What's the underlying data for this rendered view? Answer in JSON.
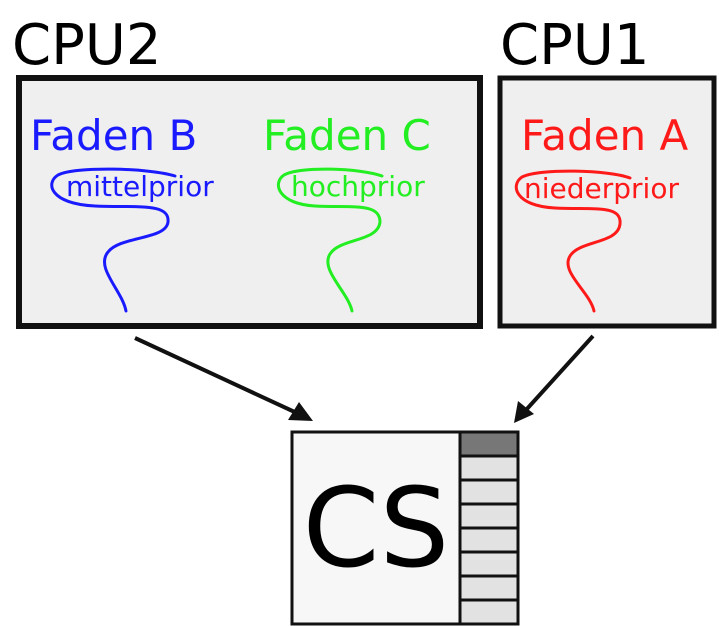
{
  "cpus": [
    {
      "id": "cpu2",
      "title": "CPU2",
      "threads": [
        {
          "name": "Faden B",
          "priority": "mittelprior",
          "color": "#1a1aff"
        },
        {
          "name": "Faden C",
          "priority": "hochprior",
          "color": "#22ee22"
        }
      ]
    },
    {
      "id": "cpu1",
      "title": "CPU1",
      "threads": [
        {
          "name": "Faden A",
          "priority": "niederprior",
          "color": "#ff1a1a"
        }
      ]
    }
  ],
  "critical_section": {
    "label": "CS",
    "queue_slots": 8,
    "occupied_slots": 1
  },
  "colors": {
    "panel_fill": "#efefef",
    "cs_fill": "#f7f7f7",
    "queue_slot_fill": "#e2e2e2",
    "queue_occupied_fill": "#777777",
    "border": "#111111"
  }
}
